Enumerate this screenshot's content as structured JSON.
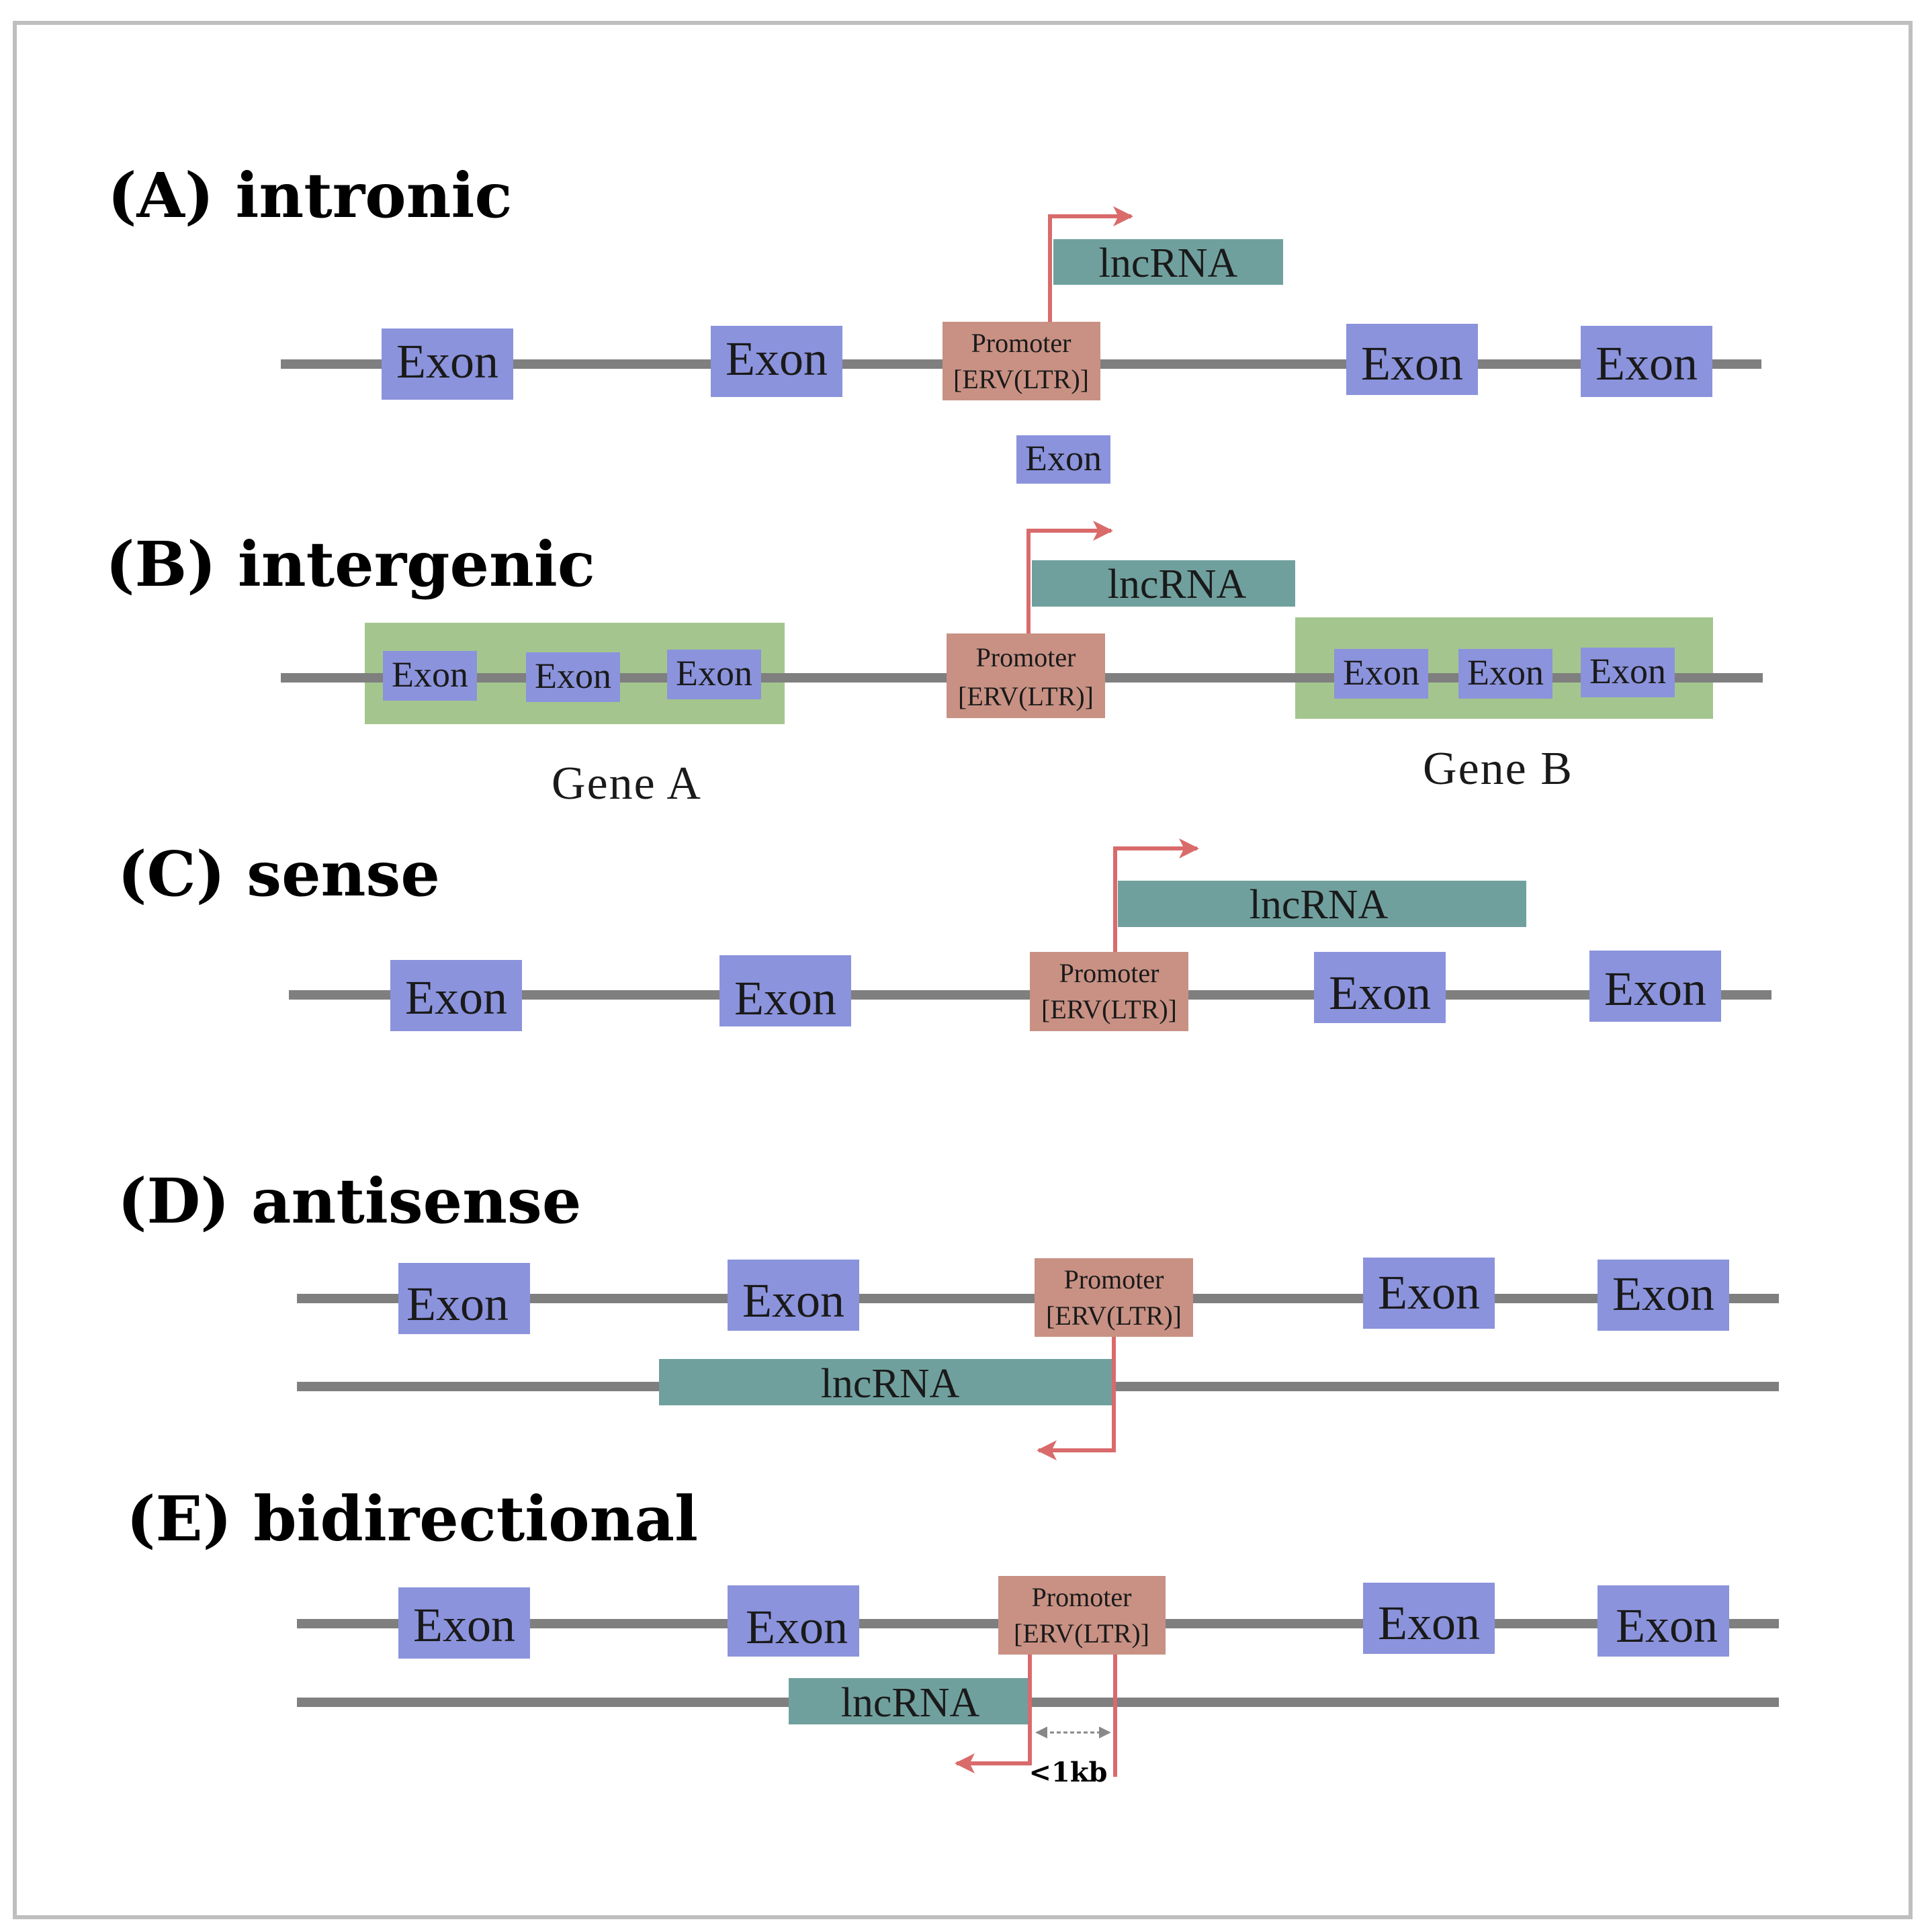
{
  "labels": {
    "exon": "Exon",
    "lncrna": "lncRNA",
    "promoter_line1": "Promoter",
    "promoter_line2": "[ERV(LTR)]",
    "gene_a": "Gene A",
    "gene_b": "Gene B",
    "distance": "<1kb"
  },
  "panels": {
    "a": {
      "title": "(A) intronic"
    },
    "b": {
      "title": "(B) intergenic"
    },
    "c": {
      "title": "(C) sense"
    },
    "d": {
      "title": "(D) antisense"
    },
    "e": {
      "title": "(E) bidirectional"
    }
  },
  "colors": {
    "exon": "#8b93dc",
    "lncrna": "#70a09e",
    "promoter": "#c89184",
    "gene_box": "#a4c68e",
    "strand": "#7f7f7f",
    "arrow": "#d96b6b",
    "frame": "#bfbfbf"
  }
}
